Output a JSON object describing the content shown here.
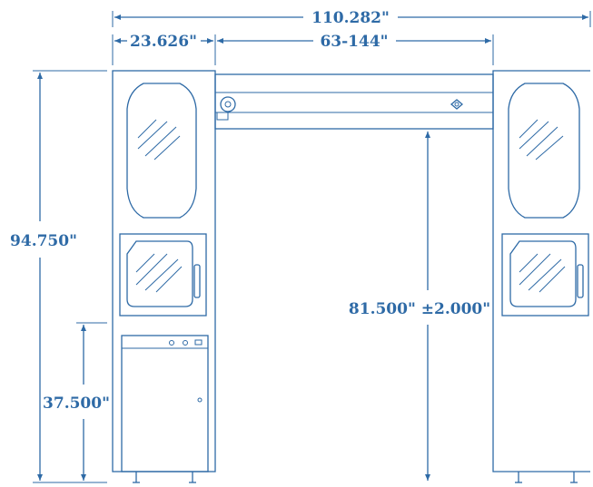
{
  "dimensions": {
    "overall_width": "110.282\"",
    "cabinet_width": "23.626\"",
    "opening_width": "63-144\"",
    "overall_height": "94.750\"",
    "lower_height": "37.500\"",
    "clear_height": "81.500\" ±2.000\""
  },
  "colors": {
    "line": "#2e6aa6",
    "background": "#ffffff"
  }
}
